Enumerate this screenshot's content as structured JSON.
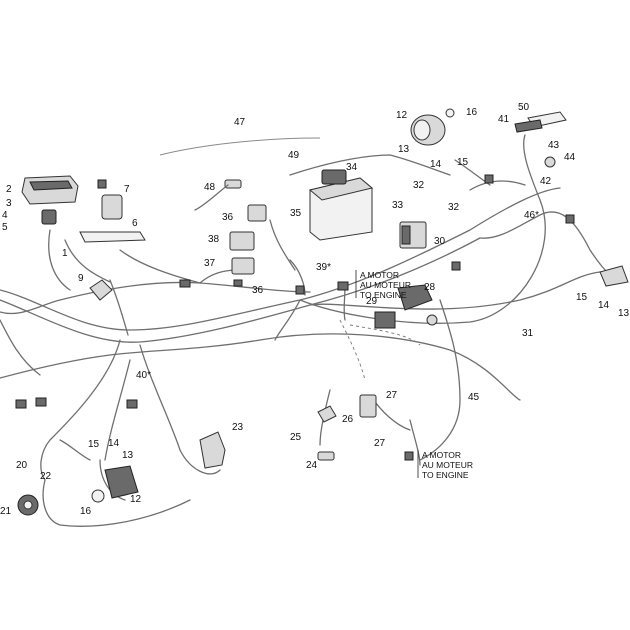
{
  "callouts": {
    "c47": "47",
    "c12a": "12",
    "c16a": "16",
    "c50": "50",
    "c41": "41",
    "c13a": "13",
    "c14a": "14",
    "c15a": "15",
    "c43": "43",
    "c44": "44",
    "c42": "42",
    "c49": "49",
    "c34": "34",
    "c48": "48",
    "c36a": "36",
    "c35": "35",
    "c32a": "32",
    "c32b": "32",
    "c33": "33",
    "c46": "46*",
    "c30": "30",
    "c38": "38",
    "c37": "37",
    "c36b": "36",
    "c39": "39*",
    "c2": "2",
    "c3": "3",
    "c4": "4",
    "c5": "5",
    "c7": "7",
    "c6": "6",
    "c1": "1",
    "c9": "9",
    "c15b": "15",
    "c14b": "14",
    "c13b": "13",
    "c28": "28",
    "c29": "29",
    "c31": "31",
    "c40": "40*",
    "c45": "45",
    "c27a": "27",
    "c26": "26",
    "c25": "25",
    "c27b": "27",
    "c24": "24",
    "c23": "23",
    "c15c": "15",
    "c14c": "14",
    "c13c": "13",
    "c12b": "12",
    "c20": "20",
    "c22": "22",
    "c21": "21",
    "c16b": "16"
  },
  "notes": {
    "engine_note_1": [
      "A MOTOR",
      "AU MOTEUR",
      "TO ENGINE"
    ],
    "engine_note_2": [
      "A MOTOR",
      "AU MOTEUR",
      "TO ENGINE"
    ]
  }
}
